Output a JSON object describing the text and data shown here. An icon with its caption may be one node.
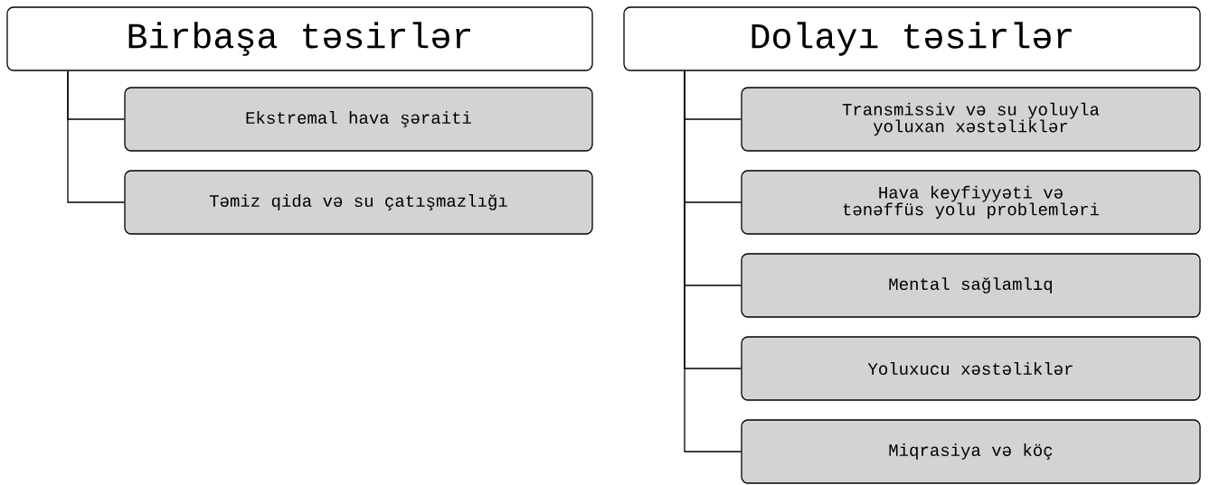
{
  "diagram": {
    "nodes": [
      {
        "text": [
          "Birbaşa təsirlər"
        ]
      },
      {
        "text": [
          "Ekstremal hava şəraiti"
        ]
      },
      {
        "text": [
          "Təmiz qida və su çatışmazlığı"
        ]
      },
      {
        "text": [
          "Dolayı təsirlər"
        ]
      },
      {
        "text": [
          "Transmissiv və su yoluyla yoluxan xəstəliklər"
        ]
      },
      {
        "text": [
          "Hava keyfiyyəti və tənəffüs yolu problemləri"
        ]
      },
      {
        "text": [
          "Mental sağlamlıq"
        ]
      },
      {
        "text": [
          "Yoluxucu xəstəliklər"
        ]
      },
      {
        "text": [
          "Miqrasiya və köç"
        ]
      }
    ],
    "edges": [
      {
        "from": 0,
        "to": 1,
        "arrow": "none"
      },
      {
        "from": 0,
        "to": 2,
        "arrow": "none"
      },
      {
        "from": 3,
        "to": 4,
        "arrow": "none"
      },
      {
        "from": 3,
        "to": 5,
        "arrow": "none"
      },
      {
        "from": 3,
        "to": 6,
        "arrow": "none"
      },
      {
        "from": 3,
        "to": 7,
        "arrow": "none"
      },
      {
        "from": 3,
        "to": 8,
        "arrow": "none"
      }
    ]
  }
}
